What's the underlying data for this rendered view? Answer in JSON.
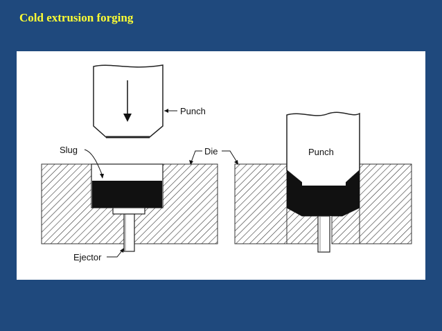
{
  "slide": {
    "title": "Cold extrusion forging"
  },
  "diagram": {
    "labels": {
      "punch_left": "Punch",
      "slug": "Slug",
      "die": "Die",
      "ejector": "Ejector",
      "punch_right": "Punch"
    }
  },
  "colors": {
    "background": "#1f497d",
    "title": "#ffff33",
    "figure_background": "#ffffff",
    "metal": "#111111"
  }
}
